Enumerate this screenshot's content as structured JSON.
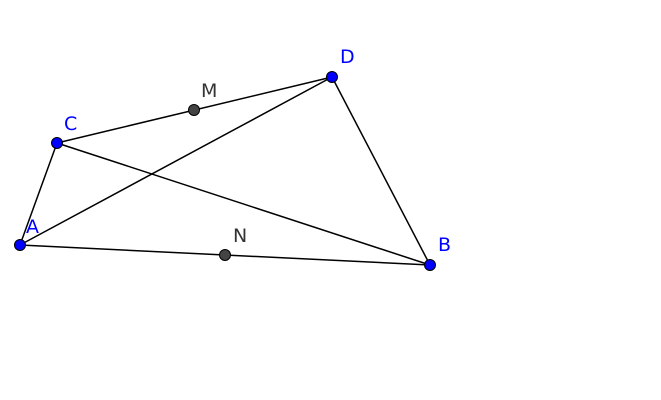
{
  "diagram": {
    "colors": {
      "main_point": "#0000ff",
      "mid_point": "#444444",
      "main_label": "#0000ff",
      "mid_label": "#333333",
      "line": "#000000"
    },
    "labels": {
      "A": "A",
      "B": "B",
      "C": "C",
      "D": "D",
      "M": "M",
      "N": "N"
    }
  }
}
